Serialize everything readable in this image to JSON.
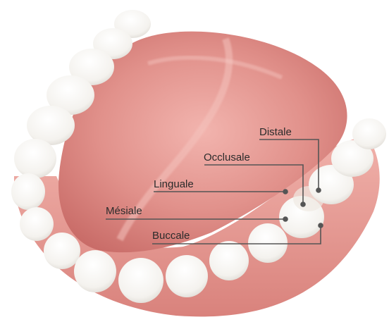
{
  "diagram": {
    "labels": {
      "distale": "Distale",
      "occlusale": "Occlusale",
      "linguale": "Linguale",
      "mesiale": "Mésiale",
      "buccale": "Buccale"
    },
    "colors": {
      "background": "#ffffff",
      "tongue": "#e2918c",
      "tongue_dark": "#c86a66",
      "gum": "#e9a29c",
      "tooth": "#f9f8f5",
      "tooth_shadow": "#d6d3cd",
      "leader_line": "#555555"
    }
  }
}
